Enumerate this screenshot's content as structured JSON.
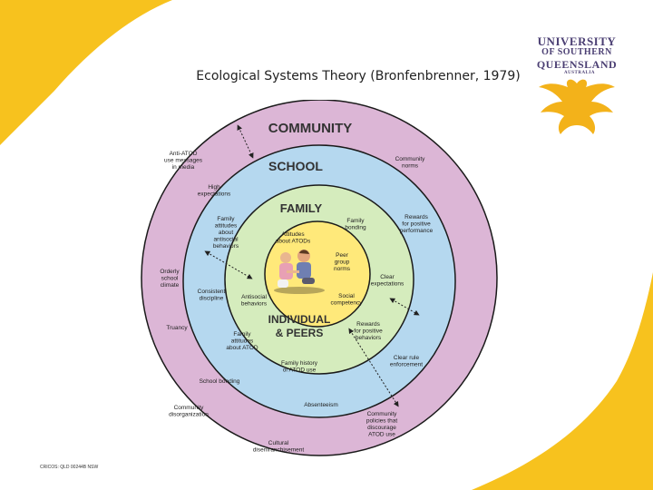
{
  "slide": {
    "title": "Ecological Systems Theory (Bronfenbrenner, 1979)",
    "footer_code": "CRICOS: QLD 00244B NSW"
  },
  "logo": {
    "line1": "UNIVERSITY",
    "line2": "OF SOUTHERN",
    "line3": "QUEENSLAND",
    "line4": "AUSTRALIA"
  },
  "colors": {
    "community": "#dcb6d6",
    "school": "#b5d8ef",
    "family": "#d5ecbd",
    "individual": "#ffe97a",
    "accent_yellow": "#f7c21e",
    "logo_purple": "#4b3f73"
  },
  "diagram": {
    "rings": {
      "community": "COMMUNITY",
      "school": "SCHOOL",
      "family": "FAMILY",
      "individual_line1": "INDIVIDUAL",
      "individual_line2": "& PEERS"
    },
    "labels": {
      "anti_atod": [
        "Anti-ATOD",
        "use messages",
        "in media"
      ],
      "community_norms": [
        "Community",
        "norms"
      ],
      "high_expectations": [
        "High",
        "expectations"
      ],
      "rewards_performance": [
        "Rewards",
        "for positive",
        "performance"
      ],
      "family_attitudes_antisocial": [
        "Family",
        "attitudes",
        "about",
        "antisocial",
        "behaviors"
      ],
      "family_bonding": [
        "Family",
        "bonding"
      ],
      "attitudes_atods": [
        "Attitudes",
        "about ATODs"
      ],
      "peer_group_norms": [
        "Peer",
        "group",
        "norms"
      ],
      "orderly_climate": [
        "Orderly",
        "school",
        "climate"
      ],
      "clear_expectations": [
        "Clear",
        "expectations"
      ],
      "consistent_discipline": [
        "Consistent",
        "discipline"
      ],
      "antisocial_behaviors": [
        "Antisocial",
        "behaviors"
      ],
      "social_competency": [
        "Social",
        "competency"
      ],
      "truancy": [
        "Truancy"
      ],
      "family_attitudes_atod": [
        "Family",
        "attitudes",
        "about ATOD"
      ],
      "rewards_behaviors": [
        "Rewards",
        "for positive",
        "behaviors"
      ],
      "clear_rule": [
        "Clear rule",
        "enforcement"
      ],
      "family_history": [
        "Family history",
        "of ATOD use"
      ],
      "school_bonding": [
        "School bonding"
      ],
      "community_disorganization": [
        "Community",
        "disorganization"
      ],
      "absenteeism": [
        "Absenteeism"
      ],
      "community_policies": [
        "Community",
        "policies that",
        "discourage",
        "ATOD use"
      ],
      "cultural_disenfranchisement": [
        "Cultural",
        "disenfranchisement"
      ]
    }
  }
}
